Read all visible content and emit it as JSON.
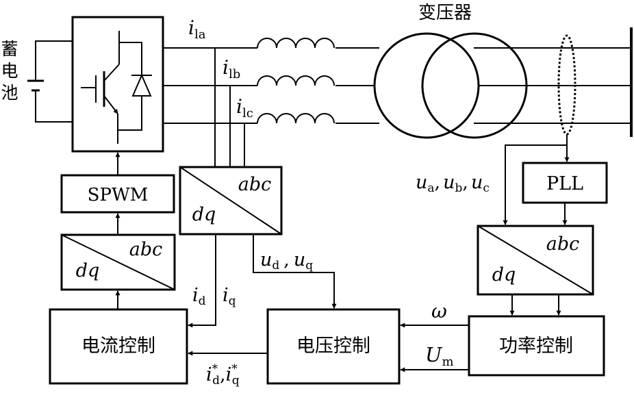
{
  "labels": {
    "battery": [
      "蓄",
      "电",
      "池"
    ],
    "transformer": "变压器",
    "spwm": "SPWM",
    "pll": "PLL",
    "current_control": "电流控制",
    "voltage_control": "电压控制",
    "power_control": "功率控制"
  },
  "transform_blocks": {
    "top_text": "abc",
    "bottom_text": "dq"
  },
  "signals": {
    "i_main": "i",
    "sub_la": "la",
    "sub_lb": "lb",
    "sub_lc": "lc",
    "u_main": "u",
    "sub_a": "a",
    "sub_b": "b",
    "sub_c": "c",
    "sub_d": "d",
    "sub_q": "q",
    "comma": ",",
    "omega": "ω",
    "U_main": "U",
    "sub_m": "m",
    "star": "*"
  }
}
